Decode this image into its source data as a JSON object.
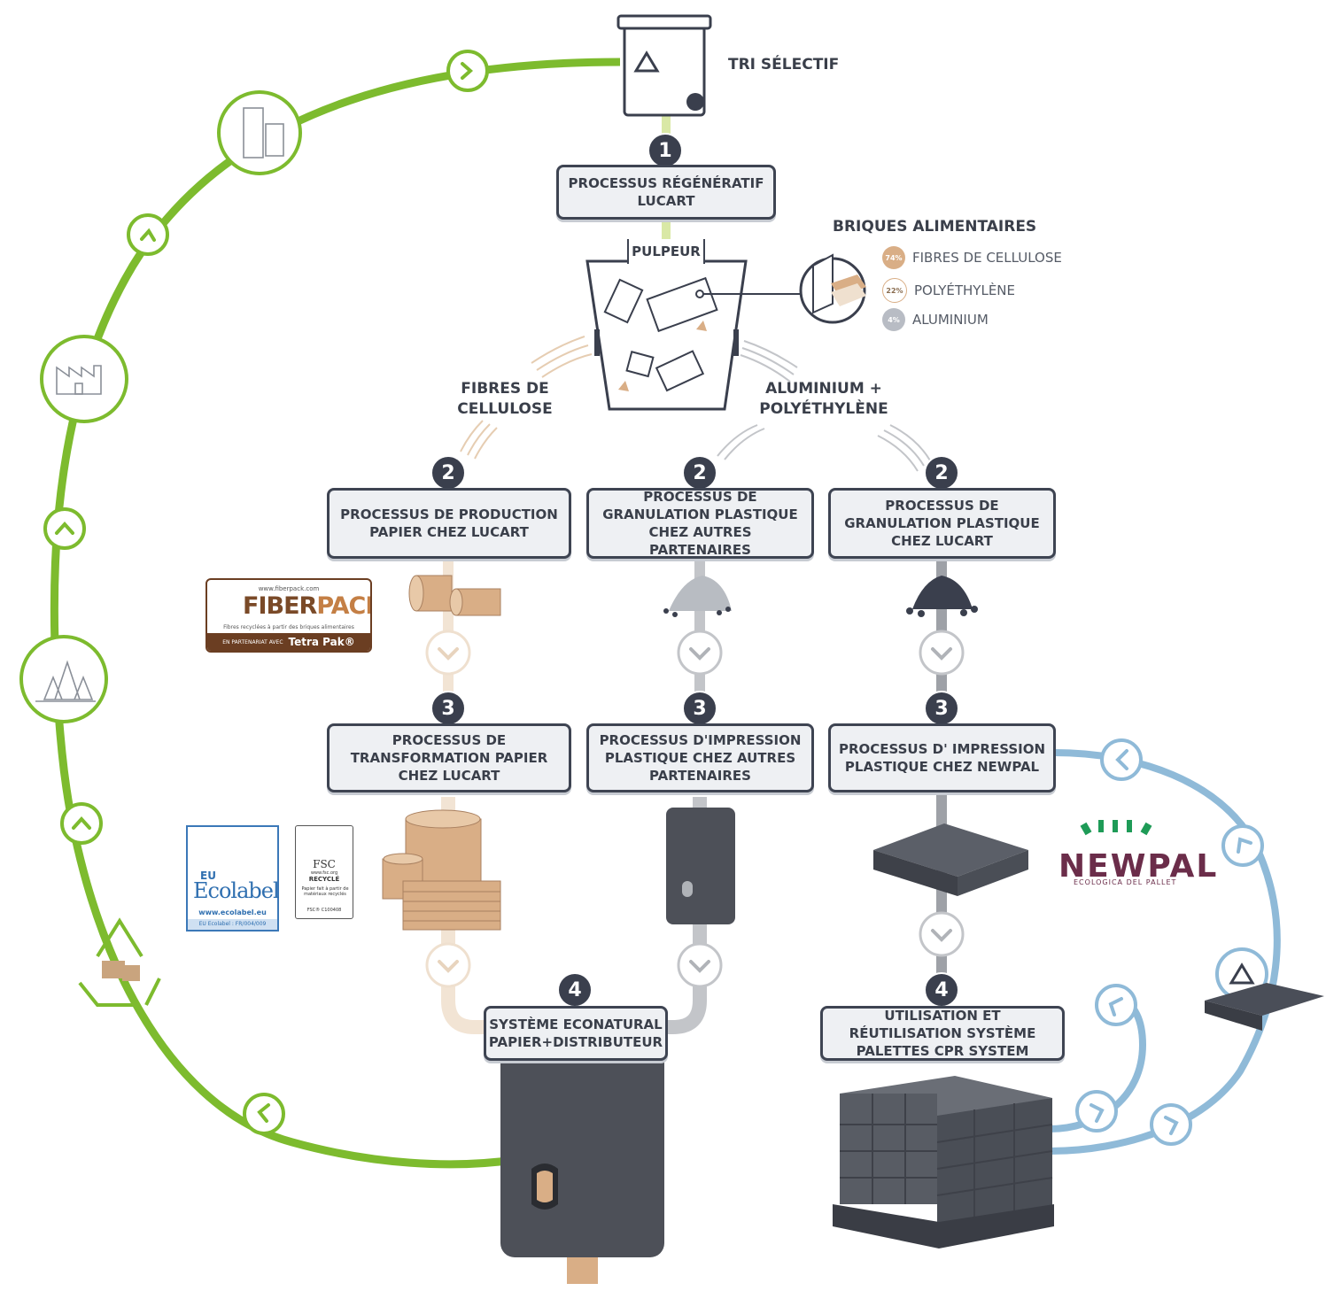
{
  "header": {
    "tri_selectif": "TRI SÉLECTIF"
  },
  "steps": {
    "s1": {
      "num": "1",
      "label": "PROCESSUS RÉGÉNÉRATIF LUCART"
    },
    "pulpeur": "PULPEUR",
    "branch_left": "FIBRES DE CELLULOSE",
    "branch_right": "ALUMINIUM + POLYÉTHYLÈNE",
    "s2a": {
      "num": "2",
      "label": "PROCESSUS DE PRODUCTION PAPIER CHEZ LUCART"
    },
    "s2b": {
      "num": "2",
      "label": "PROCESSUS DE GRANULATION PLASTIQUE CHEZ AUTRES PARTENAIRES"
    },
    "s2c": {
      "num": "2",
      "label": "PROCESSUS DE GRANULATION PLASTIQUE CHEZ LUCART"
    },
    "s3a": {
      "num": "3",
      "label": "PROCESSUS DE TRANSFORMATION PAPIER CHEZ LUCART"
    },
    "s3b": {
      "num": "3",
      "label": "PROCESSUS D'IMPRESSION PLASTIQUE CHEZ AUTRES PARTENAIRES"
    },
    "s3c": {
      "num": "3",
      "label": "PROCESSUS D' IMPRESSION PLASTIQUE CHEZ NEWPAL"
    },
    "s4a": {
      "num": "4",
      "label": "SYSTÈME ECONATURAL PAPIER+DISTRIBUTEUR"
    },
    "s4b": {
      "num": "4",
      "label": "UTILISATION ET RÉUTILISATION SYSTÈME PALETTES CPR SYSTEM"
    }
  },
  "composition": {
    "title": "BRIQUES ALIMENTAIRES",
    "items": [
      {
        "pct": "74%",
        "label": "FIBRES DE CELLULOSE",
        "color": "#d9ae86"
      },
      {
        "pct": "22%",
        "label": "POLYÉTHYLÈNE",
        "color": "#ffffff"
      },
      {
        "pct": "4%",
        "label": "ALUMINIUM",
        "color": "#b8bcc4"
      }
    ]
  },
  "logos": {
    "fiberpack": {
      "url": "www.fiberpack.com",
      "brand_a": "FIBER",
      "brand_b": "PACK",
      "tagline": "Fibres recyclées à partir des briques alimentaires",
      "partner": "EN PARTENARIAT AVEC",
      "partner_brand": "Tetra Pak®"
    },
    "ecolabel": {
      "eu": "EU",
      "name": "Ecolabel",
      "url": "www.ecolabel.eu",
      "reg": "EU Ecolabel : FR/004/009"
    },
    "fsc": {
      "name": "FSC",
      "site": "www.fsc.org",
      "recycled": "RECYCLÉ",
      "desc": "Papier fait à partir de matériaux recyclés",
      "code": "FSC® C100408"
    },
    "newpal": {
      "name": "NEWPAL",
      "tagline": "ECOLOGICA DEL PALLET"
    }
  },
  "colors": {
    "green": "#7dbb2e",
    "blue": "#8fbad8",
    "dark": "#3a3f4d",
    "kraft": "#d9ae86"
  }
}
